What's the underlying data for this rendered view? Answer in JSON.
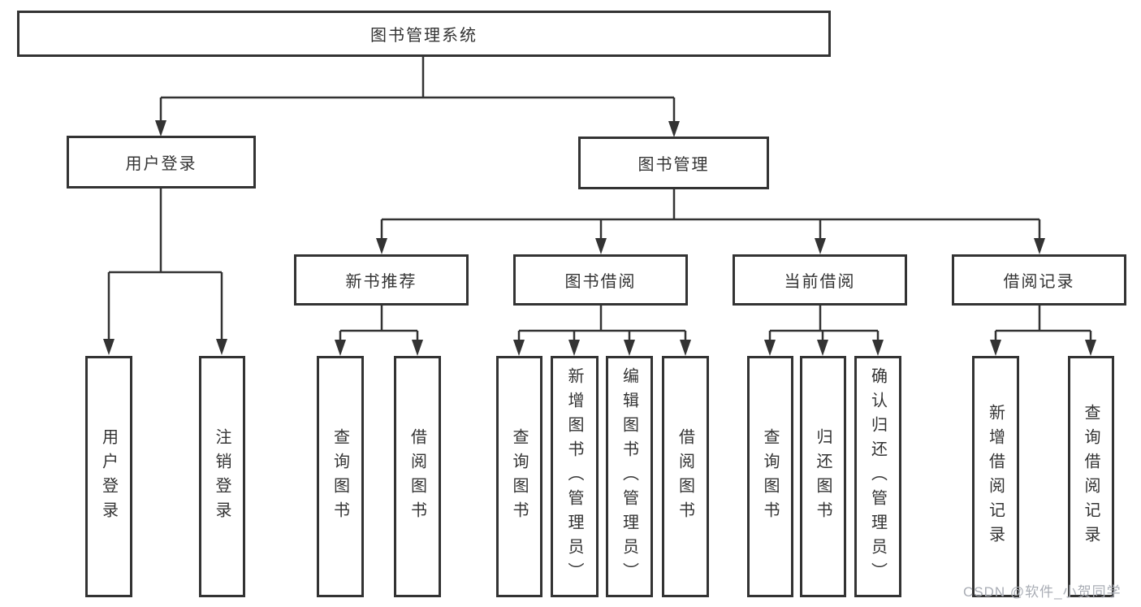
{
  "tree": {
    "root": {
      "label": "图书管理系统",
      "children": [
        {
          "label": "用户登录",
          "children": [
            {
              "label": "用户登录"
            },
            {
              "label": "注销登录"
            }
          ]
        },
        {
          "label": "图书管理",
          "children": [
            {
              "label": "新书推荐",
              "children": [
                {
                  "label": "查询图书"
                },
                {
                  "label": "借阅图书"
                }
              ]
            },
            {
              "label": "图书借阅",
              "children": [
                {
                  "label": "查询图书"
                },
                {
                  "label": "新增图书（管理员）"
                },
                {
                  "label": "编辑图书（管理员）"
                },
                {
                  "label": "借阅图书"
                }
              ]
            },
            {
              "label": "当前借阅",
              "children": [
                {
                  "label": "查询图书"
                },
                {
                  "label": "归还图书"
                },
                {
                  "label": "确认归还（管理员）"
                }
              ]
            },
            {
              "label": "借阅记录",
              "children": [
                {
                  "label": "新增借阅记录"
                },
                {
                  "label": "查询借阅记录"
                }
              ]
            }
          ]
        }
      ]
    }
  },
  "watermark": {
    "text": "CSDN @软件_小贺同学"
  },
  "colors": {
    "line": "#333333",
    "background": "#ffffff",
    "watermark": "#a9adb5"
  }
}
